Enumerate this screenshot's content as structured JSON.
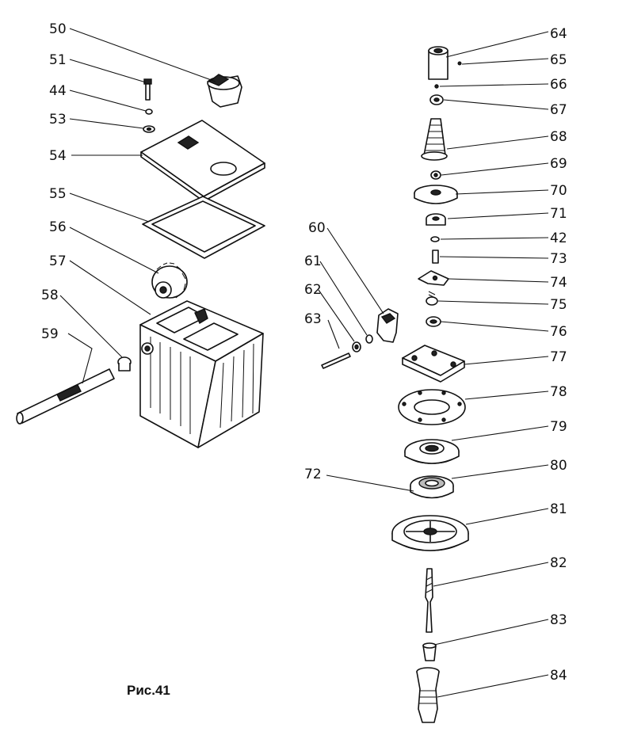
{
  "figure": {
    "caption": "Рис.41",
    "callouts": [
      "50",
      "51",
      "44",
      "53",
      "54",
      "55",
      "56",
      "57",
      "58",
      "59",
      "60",
      "61",
      "62",
      "63",
      "64",
      "65",
      "66",
      "67",
      "68",
      "69",
      "70",
      "71",
      "42",
      "73",
      "74",
      "75",
      "76",
      "77",
      "78",
      "79",
      "80",
      "72",
      "81",
      "82",
      "83",
      "84"
    ]
  }
}
